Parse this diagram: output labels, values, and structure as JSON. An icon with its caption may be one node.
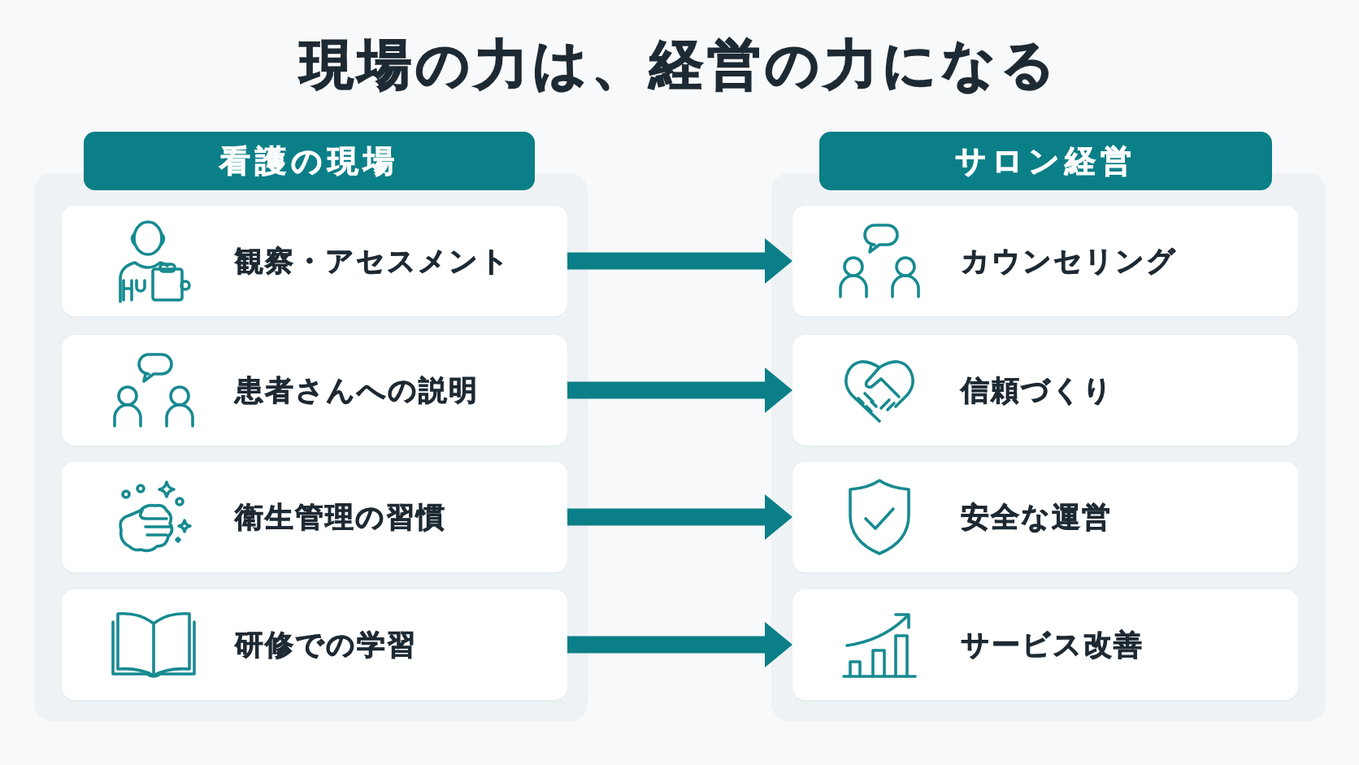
{
  "diagram": {
    "title": "現場の力は、経営の力になる",
    "nodes": [
      {
        "text": [
          "看護の現場"
        ]
      },
      {
        "text": [
          "観察・アセスメント"
        ],
        "in": 0
      },
      {
        "text": [
          "患者さんへの説明"
        ],
        "in": 0
      },
      {
        "text": [
          "衛生管理の習慣"
        ],
        "in": 0
      },
      {
        "text": [
          "研修での学習"
        ],
        "in": 0
      },
      {
        "text": [
          "サロン経営"
        ]
      },
      {
        "text": [
          "カウンセリング"
        ],
        "in": 5
      },
      {
        "text": [
          "信頼づくり"
        ],
        "in": 5
      },
      {
        "text": [
          "安全な運営"
        ],
        "in": 5
      },
      {
        "text": [
          "サービス改善"
        ],
        "in": 5
      }
    ],
    "edges": [
      {
        "from": 1,
        "to": 6,
        "arrow": "to"
      },
      {
        "from": 2,
        "to": 7,
        "arrow": "to"
      },
      {
        "from": 3,
        "to": 8,
        "arrow": "to"
      },
      {
        "from": 4,
        "to": 9,
        "arrow": "to"
      }
    ]
  }
}
